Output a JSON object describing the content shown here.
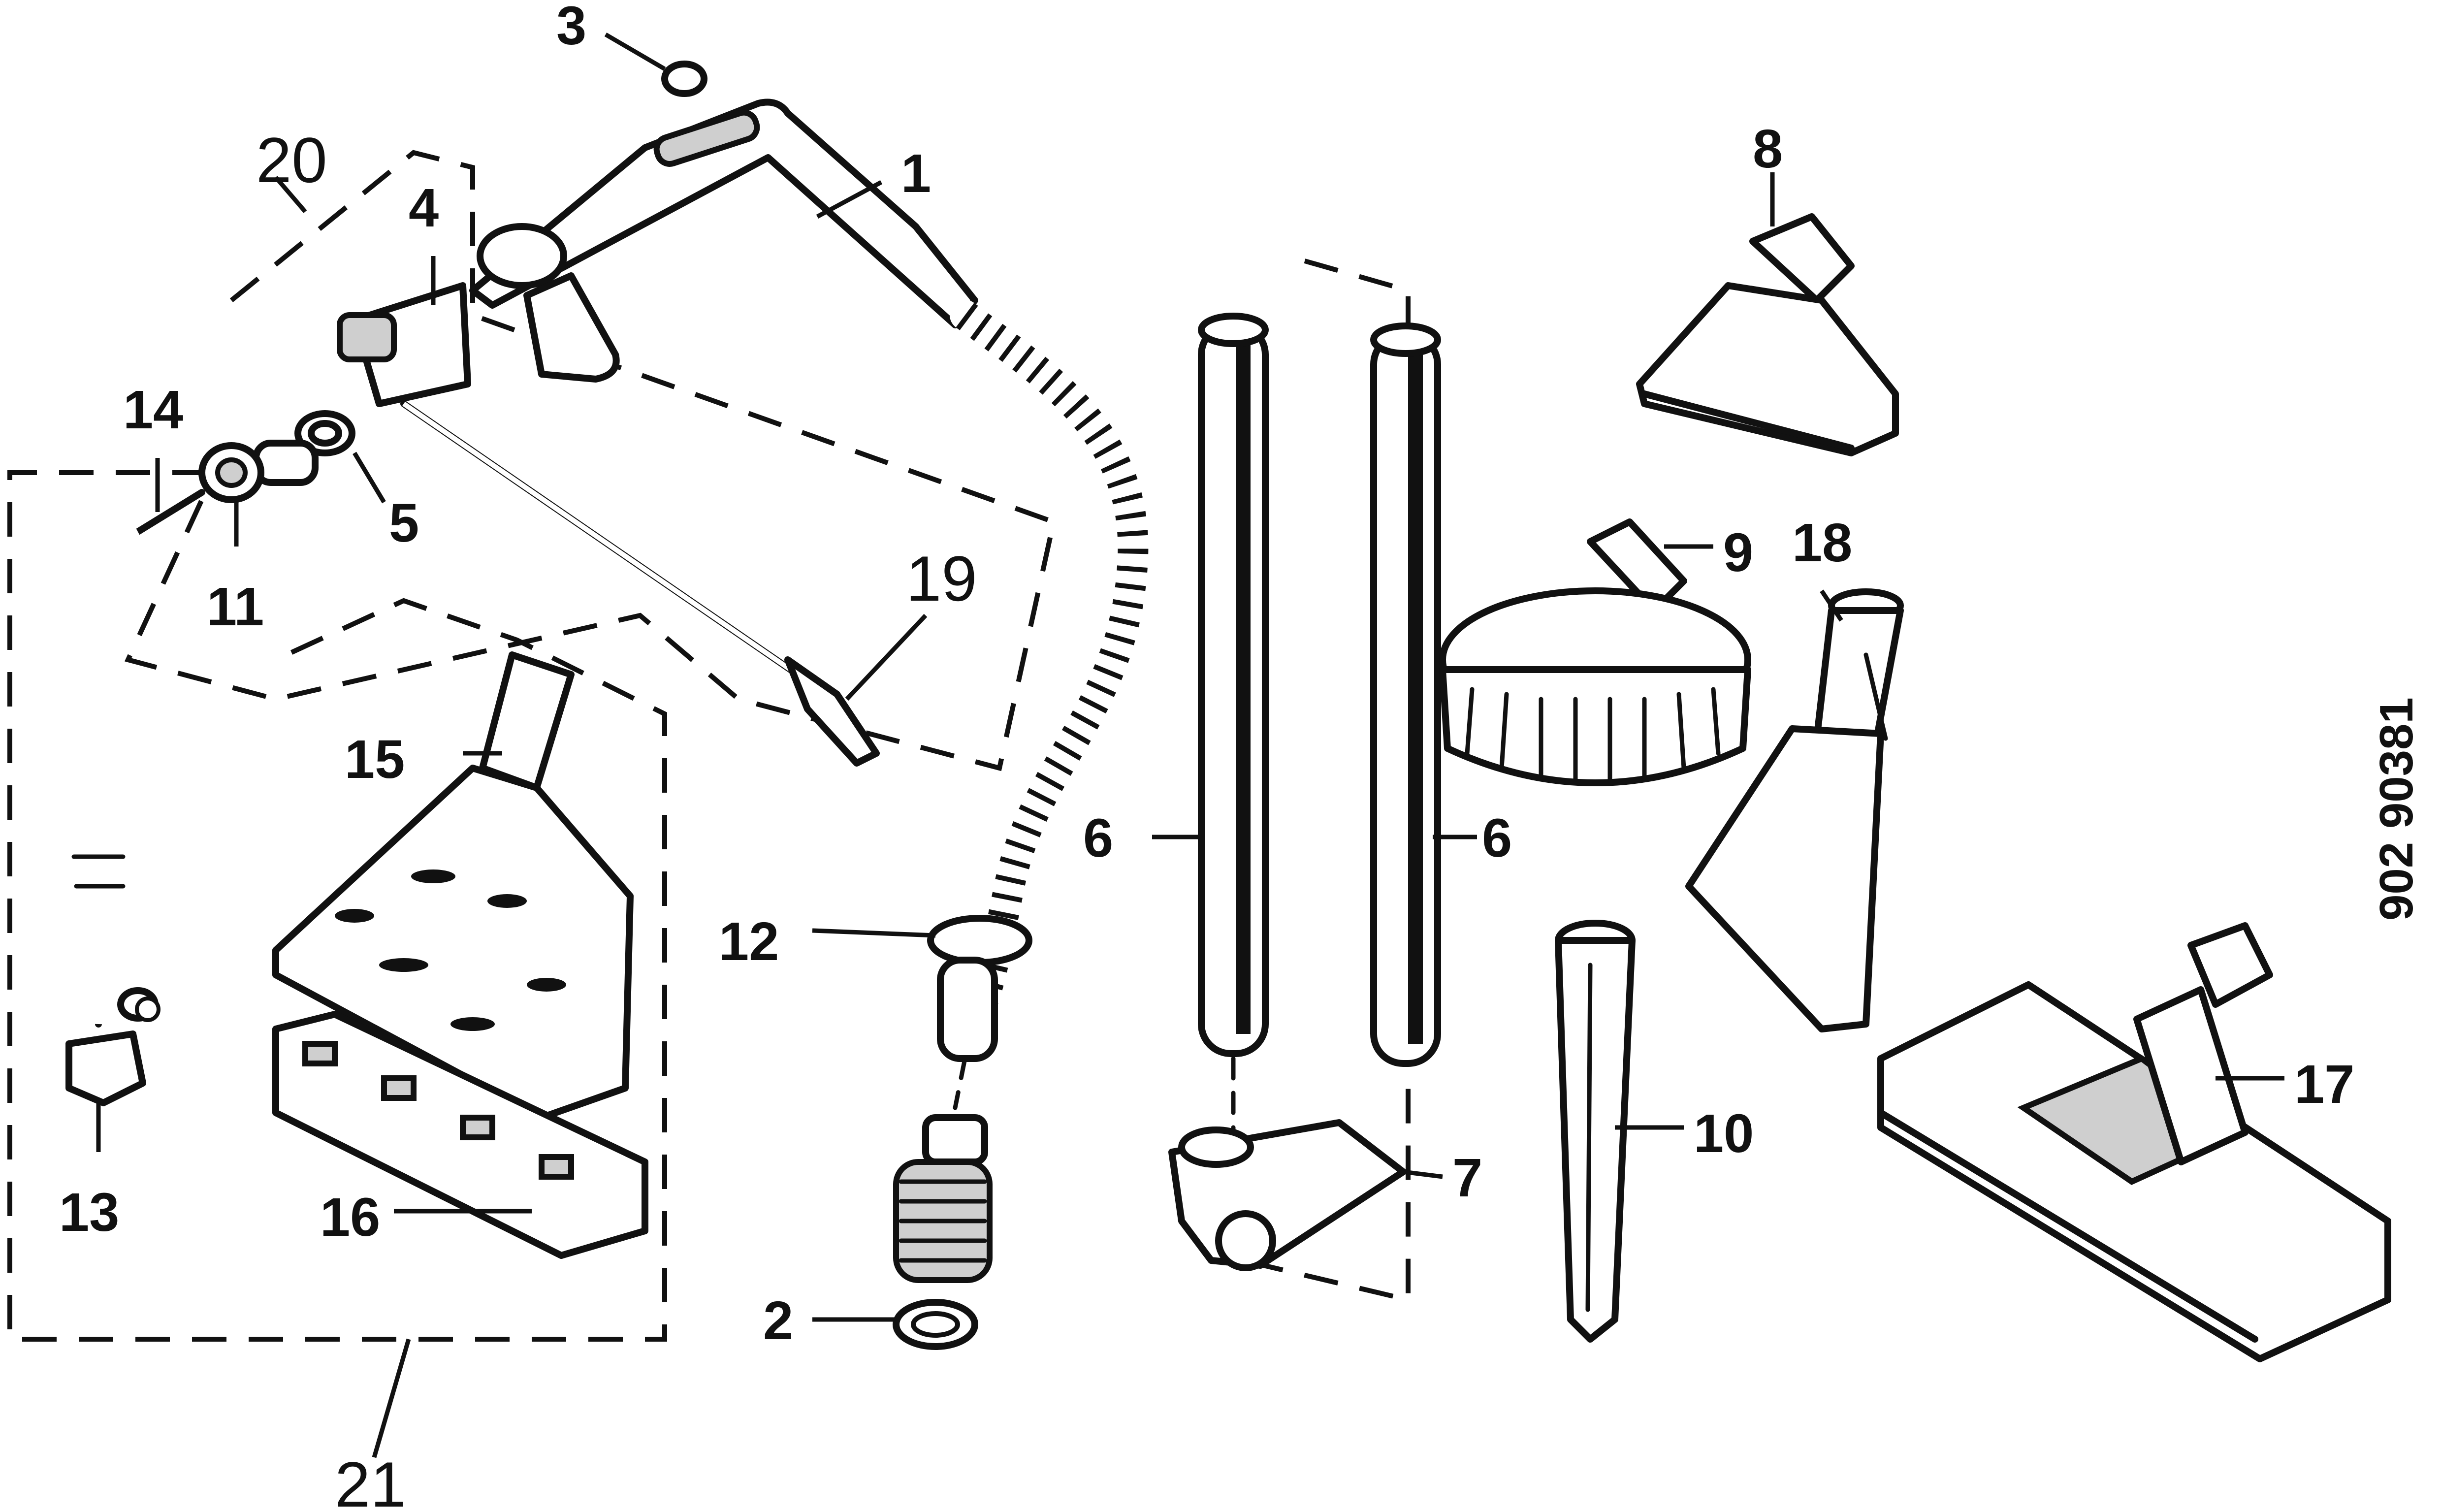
{
  "drawing_code": "902 90381",
  "callouts": {
    "p1": "1",
    "p2": "2",
    "p3": "3",
    "p4": "4",
    "p5": "5",
    "p6a": "6",
    "p6b": "6",
    "p7": "7",
    "p8": "8",
    "p9": "9",
    "p10": "10",
    "p11": "11",
    "p12": "12",
    "p13": "13",
    "p14": "14",
    "p15": "15",
    "p16": "16",
    "p17": "17",
    "p18": "18",
    "p19": "19",
    "p20": "20",
    "p21": "21"
  }
}
